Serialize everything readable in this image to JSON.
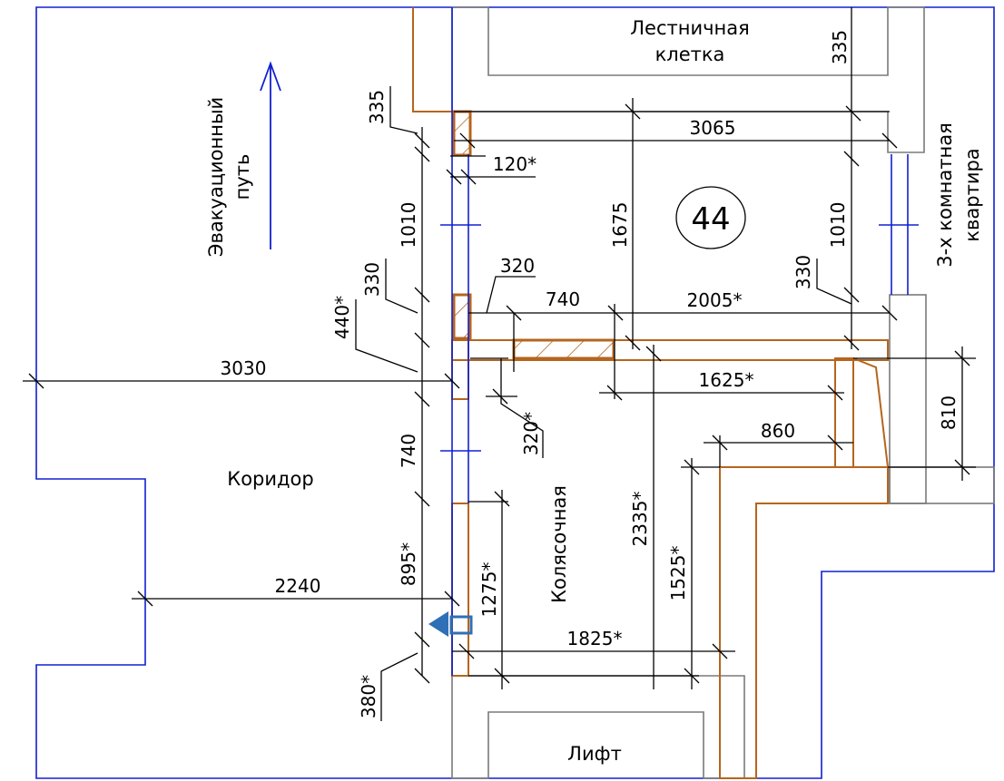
{
  "rooms": {
    "stair": [
      "Лестничная",
      "клетка"
    ],
    "apartment": [
      "3-х комнатная",
      "квартира"
    ],
    "evac": [
      "Эвакуационный",
      "путь"
    ],
    "corridor": "Коридор",
    "stroller": "Колясочная",
    "lift": "Лифт",
    "room_number": "44"
  },
  "dims": {
    "d335_top": "335",
    "d335_left": "335",
    "d3065": "3065",
    "d120": "120*",
    "d1010_left": "1010",
    "d1010_right": "1010",
    "d1675": "1675",
    "d330_left": "330",
    "d330_right": "330",
    "d320_top": "320",
    "d740_top": "740",
    "d2005": "2005*",
    "d440": "440*",
    "d3030": "3030",
    "d320_bottom": "320*",
    "d1625": "1625*",
    "d860": "860",
    "d810": "810",
    "d740_left": "740",
    "d2335": "2335*",
    "d895": "895*",
    "d1525": "1525*",
    "d1275": "1275*",
    "d2240": "2240",
    "d1825": "1825*",
    "d380": "380*"
  },
  "colors": {
    "outline": "#1020d0",
    "partition": "#b5651d",
    "wall": "#7a7a7a",
    "door_marker": "#2f6fb5"
  }
}
